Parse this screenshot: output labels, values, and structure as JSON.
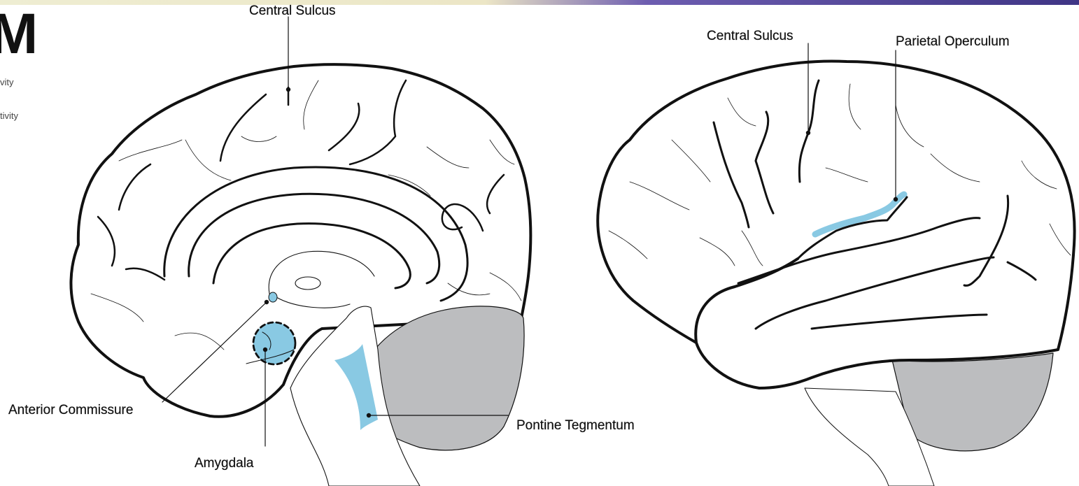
{
  "header": {
    "big_letter": "M",
    "legend_line_1": "vity",
    "legend_line_2": "tivity"
  },
  "colors": {
    "highlight": "#89c9e3",
    "cerebellum": "#bcbdbf",
    "outline": "#111111",
    "band_left": "#e9e8c5",
    "band_right": "#4b3e96"
  },
  "labels": {
    "medial_central_sulcus": "Central Sulcus",
    "anterior_commissure": "Anterior Commissure",
    "amygdala": "Amygdala",
    "pontine_tegmentum": "Pontine Tegmentum",
    "lateral_central_sulcus": "Central Sulcus",
    "parietal_operculum": "Parietal Operculum"
  }
}
